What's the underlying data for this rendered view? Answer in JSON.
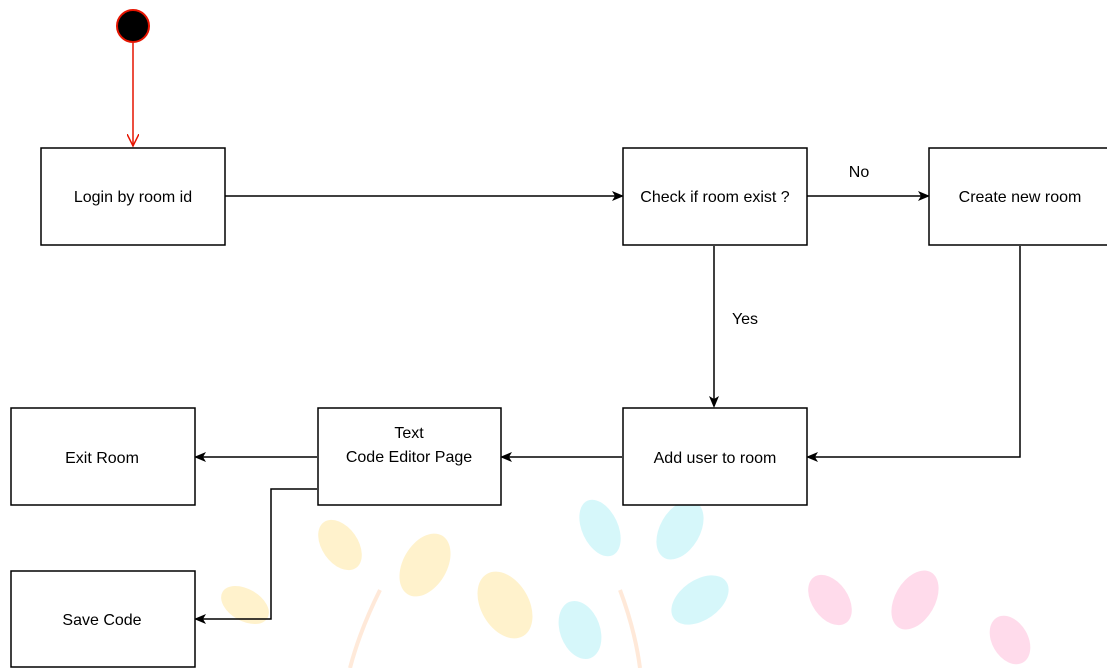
{
  "nodes": {
    "login": "Login by room id",
    "check": "Check if room exist ?",
    "create": "Create new room",
    "add_user": "Add user to room",
    "editor_line1": "Text",
    "editor_line2": "Code Editor Page",
    "exit": "Exit Room",
    "save": "Save Code"
  },
  "edges": {
    "no_label": "No",
    "yes_label": "Yes"
  },
  "colors": {
    "start_fill": "#000000",
    "start_stroke": "#e51400",
    "start_arrow": "#e51400",
    "line": "#000000",
    "watermark_yellow": "#ffd24d",
    "watermark_cyan": "#6fe3f0",
    "watermark_pink": "#ff7fb8",
    "watermark_orange": "#ffb27a"
  }
}
